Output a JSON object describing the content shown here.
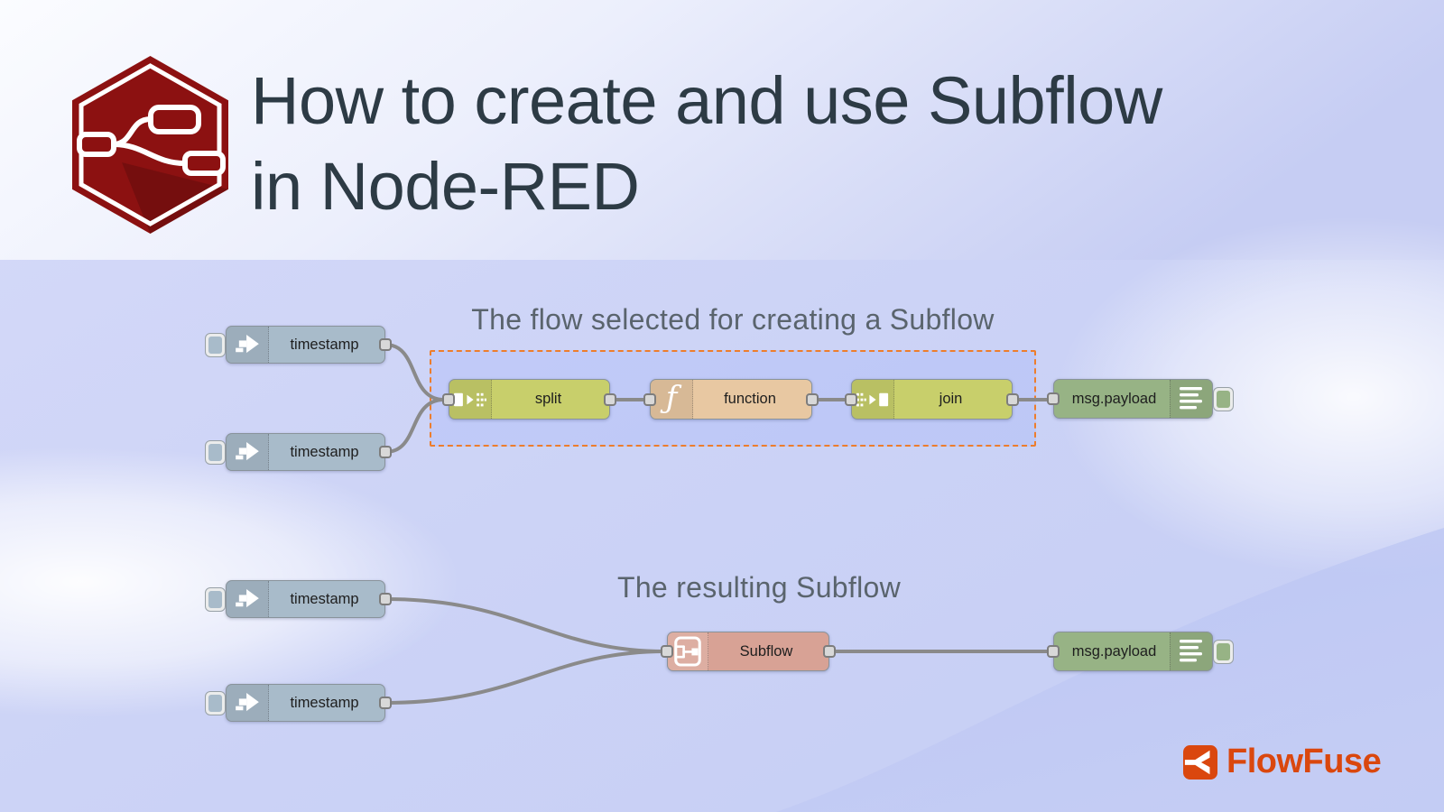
{
  "header": {
    "title_line1": "How to create and use Subflow",
    "title_line2": "in Node-RED"
  },
  "flow1": {
    "caption": "The flow selected for creating a Subflow",
    "nodes": {
      "inject_top": {
        "label": "timestamp",
        "type": "inject"
      },
      "inject_bottom": {
        "label": "timestamp",
        "type": "inject"
      },
      "split": {
        "label": "split",
        "type": "split"
      },
      "func": {
        "label": "function",
        "type": "function"
      },
      "join": {
        "label": "join",
        "type": "join"
      },
      "debug": {
        "label": "msg.payload",
        "type": "debug"
      }
    }
  },
  "flow2": {
    "caption": "The resulting Subflow",
    "nodes": {
      "inject_top": {
        "label": "timestamp",
        "type": "inject"
      },
      "inject_bottom": {
        "label": "timestamp",
        "type": "inject"
      },
      "subflow": {
        "label": "Subflow",
        "type": "subflow"
      },
      "debug": {
        "label": "msg.payload",
        "type": "debug"
      }
    }
  },
  "branding": {
    "wordmark": "FlowFuse"
  },
  "icons": {
    "node_red": "node-red-hexagon-logo",
    "inject": "inject-arrow-icon",
    "split": "split-icon",
    "function": "function-f-icon",
    "join": "join-icon",
    "debug": "debug-list-icon",
    "subflow": "subflow-box-icon",
    "flowfuse": "flowfuse-branch-icon"
  },
  "colors": {
    "inject_node": "#a8bbca",
    "split_join_node": "#c8cf6b",
    "function_node": "#e8c8a2",
    "debug_node": "#97b385",
    "subflow_node": "#d8a295",
    "selection_dash": "#ed7d2c",
    "wire": "#8a8a8a",
    "node_red_brand": "#8c1111",
    "flowfuse_brand": "#da470e",
    "title_text": "#2d3b45",
    "caption_text": "#5a646d",
    "background_base": "#ccd3f6"
  }
}
